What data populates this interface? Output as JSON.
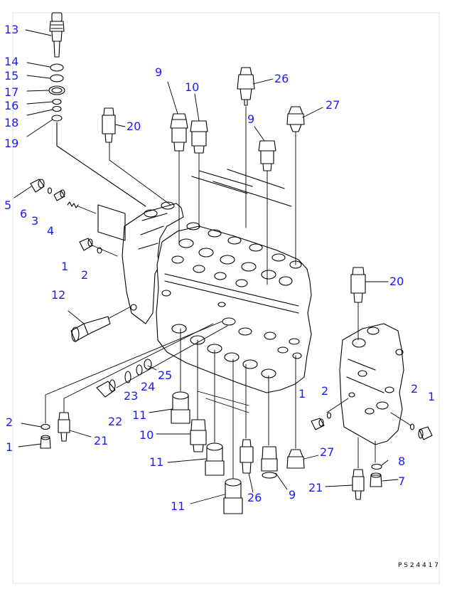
{
  "colors": {
    "callout": "#1a1aff",
    "line": "#000000",
    "frame": "#d8d8d8"
  },
  "drawing_code": "P S 2 4 4 1 7",
  "callouts": [
    {
      "id": "c13",
      "text": "13"
    },
    {
      "id": "c14",
      "text": "14"
    },
    {
      "id": "c15",
      "text": "15"
    },
    {
      "id": "c17",
      "text": "17"
    },
    {
      "id": "c16",
      "text": "16"
    },
    {
      "id": "c18",
      "text": "18"
    },
    {
      "id": "c19",
      "text": "19"
    },
    {
      "id": "c9a",
      "text": "9"
    },
    {
      "id": "c10a",
      "text": "10"
    },
    {
      "id": "c26a",
      "text": "26"
    },
    {
      "id": "c27a",
      "text": "27"
    },
    {
      "id": "c9b",
      "text": "9"
    },
    {
      "id": "c20a",
      "text": "20"
    },
    {
      "id": "c5",
      "text": "5"
    },
    {
      "id": "c6",
      "text": "6"
    },
    {
      "id": "c3",
      "text": "3"
    },
    {
      "id": "c4",
      "text": "4"
    },
    {
      "id": "c1a",
      "text": "1"
    },
    {
      "id": "c2a",
      "text": "2"
    },
    {
      "id": "c12",
      "text": "12"
    },
    {
      "id": "c20b",
      "text": "20"
    },
    {
      "id": "c25",
      "text": "25"
    },
    {
      "id": "c24",
      "text": "24"
    },
    {
      "id": "c23",
      "text": "23"
    },
    {
      "id": "c22",
      "text": "22"
    },
    {
      "id": "c11a",
      "text": "11"
    },
    {
      "id": "c10b",
      "text": "10"
    },
    {
      "id": "c11b",
      "text": "11"
    },
    {
      "id": "c11c",
      "text": "11"
    },
    {
      "id": "c26b",
      "text": "26"
    },
    {
      "id": "c9c",
      "text": "9"
    },
    {
      "id": "c27b",
      "text": "27"
    },
    {
      "id": "c2b",
      "text": "2"
    },
    {
      "id": "c1b",
      "text": "1"
    },
    {
      "id": "c21a",
      "text": "21"
    },
    {
      "id": "c1c",
      "text": "1"
    },
    {
      "id": "c2c",
      "text": "2"
    },
    {
      "id": "c2d",
      "text": "2"
    },
    {
      "id": "c1d",
      "text": "1"
    },
    {
      "id": "c8",
      "text": "8"
    },
    {
      "id": "c7",
      "text": "7"
    },
    {
      "id": "c21b",
      "text": "21"
    }
  ]
}
